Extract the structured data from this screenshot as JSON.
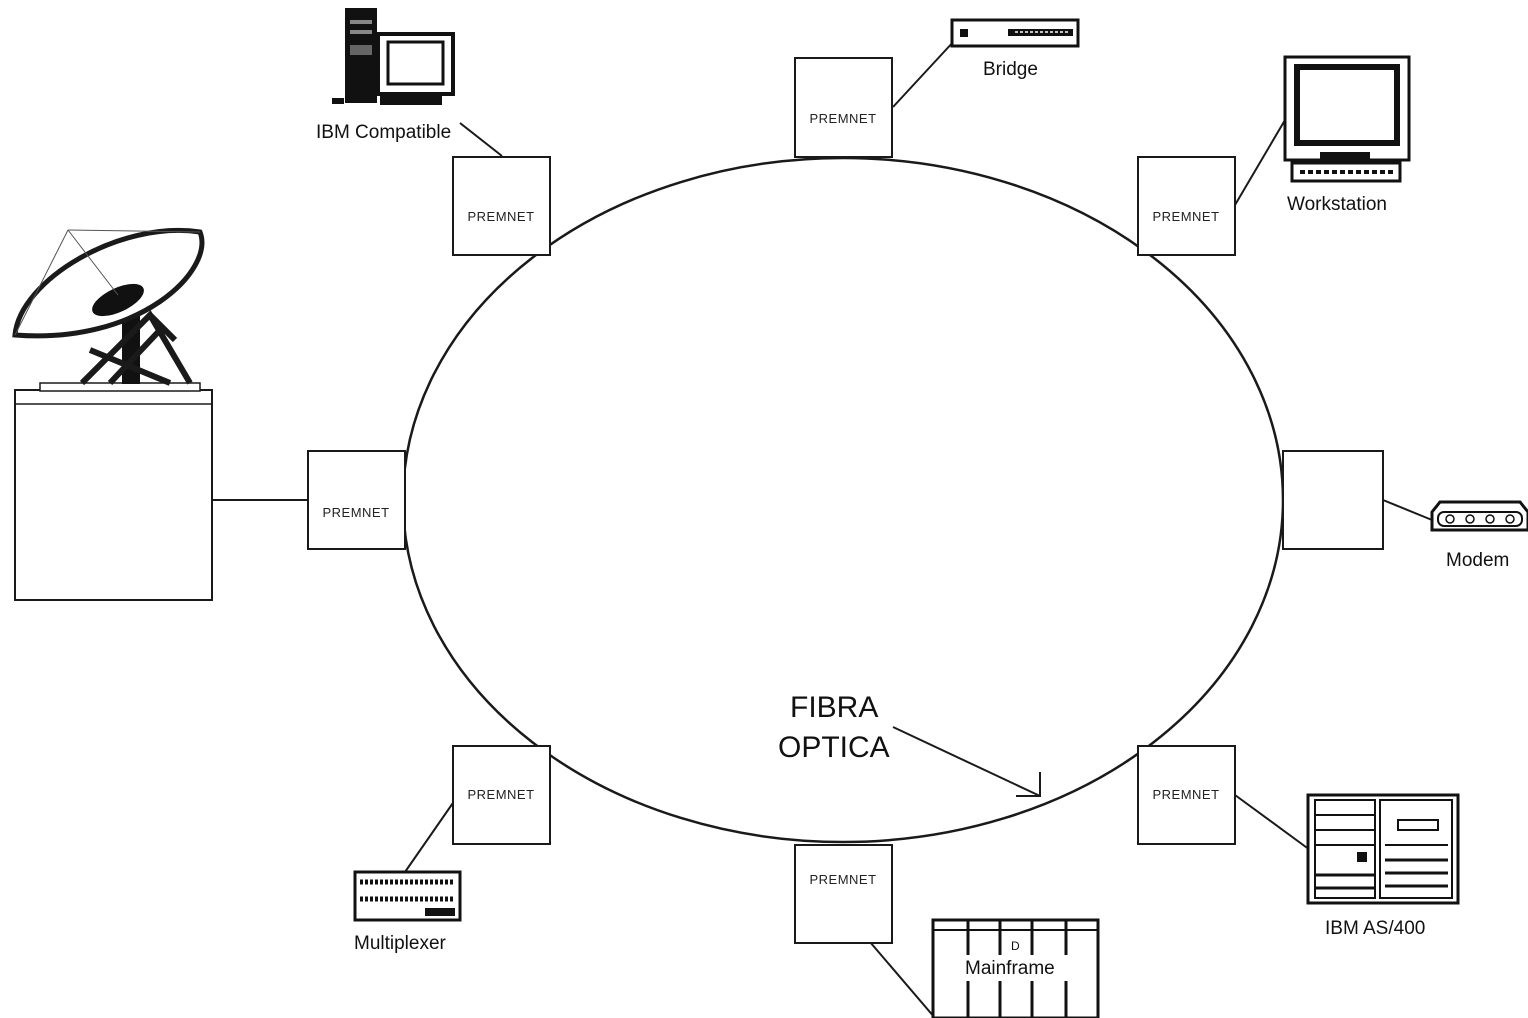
{
  "diagram": {
    "ring_label": [
      "FIBRA",
      "OPTICA"
    ],
    "nodes": [
      {
        "id": "top",
        "label": "PREMNET"
      },
      {
        "id": "top-right",
        "label": "PREMNET"
      },
      {
        "id": "right",
        "label": ""
      },
      {
        "id": "bottom-right",
        "label": "PREMNET"
      },
      {
        "id": "bottom",
        "label": "PREMNET"
      },
      {
        "id": "bottom-left",
        "label": "PREMNET"
      },
      {
        "id": "left",
        "label": "PREMNET"
      },
      {
        "id": "top-left",
        "label": "PREMNET"
      }
    ],
    "devices": {
      "ibm_compatible": "IBM Compatible",
      "bridge": "Bridge",
      "workstation": "Workstation",
      "modem": "Modem",
      "ibm_as400": "IBM AS/400",
      "mainframe": "Mainframe",
      "multiplexer": "Multiplexer"
    },
    "mainframe_badge": "D"
  }
}
